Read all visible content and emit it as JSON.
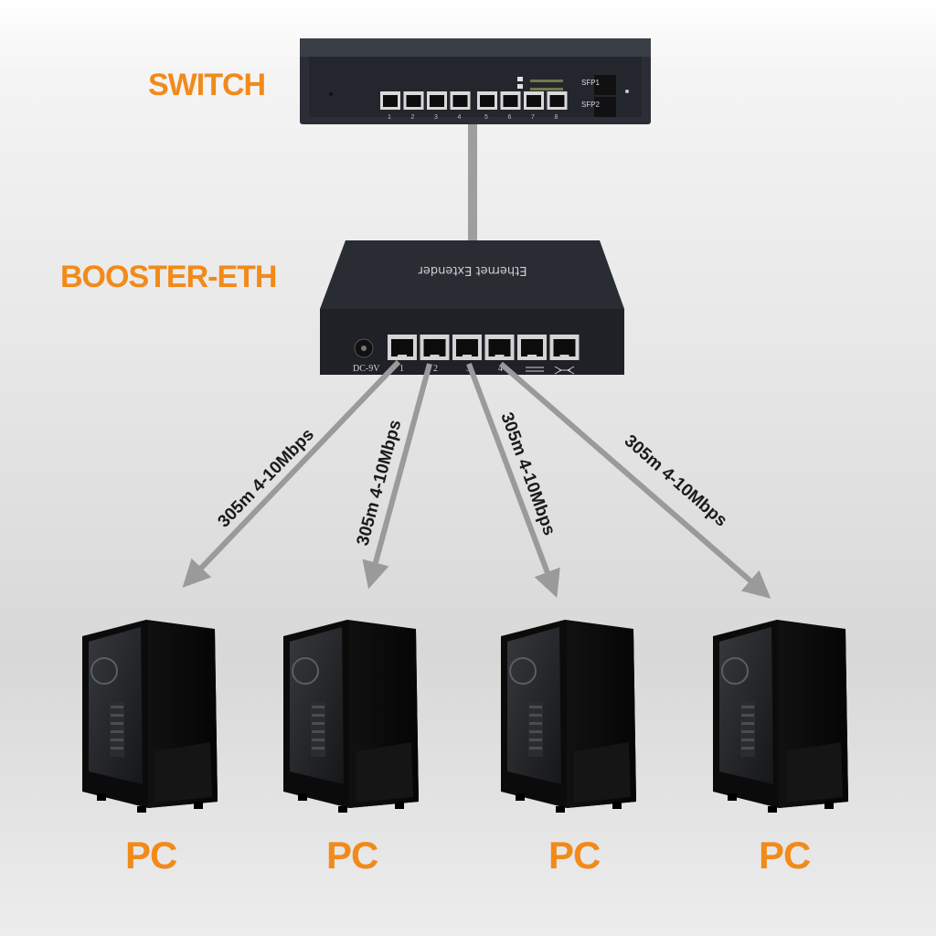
{
  "labels": {
    "switch": "SWITCH",
    "booster": "BOOSTER-ETH",
    "pc": [
      "PC",
      "PC",
      "PC",
      "PC"
    ]
  },
  "switch_device": {
    "port_numbers": [
      "1",
      "2",
      "3",
      "4",
      "5",
      "6",
      "7",
      "8"
    ],
    "sfp_labels": [
      "SFP1",
      "SFP2"
    ]
  },
  "booster_device": {
    "top_text": "Ethernet Extender",
    "power_label": "DC-9V",
    "port_numbers": [
      "1",
      "2",
      "3",
      "4"
    ]
  },
  "links": [
    {
      "text": "305m  4-10Mbps"
    },
    {
      "text": "305m  4-10Mbps"
    },
    {
      "text": "305m  4-10Mbps"
    },
    {
      "text": "305m  4-10Mbps"
    }
  ],
  "colors": {
    "label": "#f28a1a",
    "cable": "#9a9a9a",
    "device": "#2b2d33"
  },
  "icons": [
    "ethernet-switch-icon",
    "ethernet-extender-icon",
    "pc-tower-icon"
  ]
}
